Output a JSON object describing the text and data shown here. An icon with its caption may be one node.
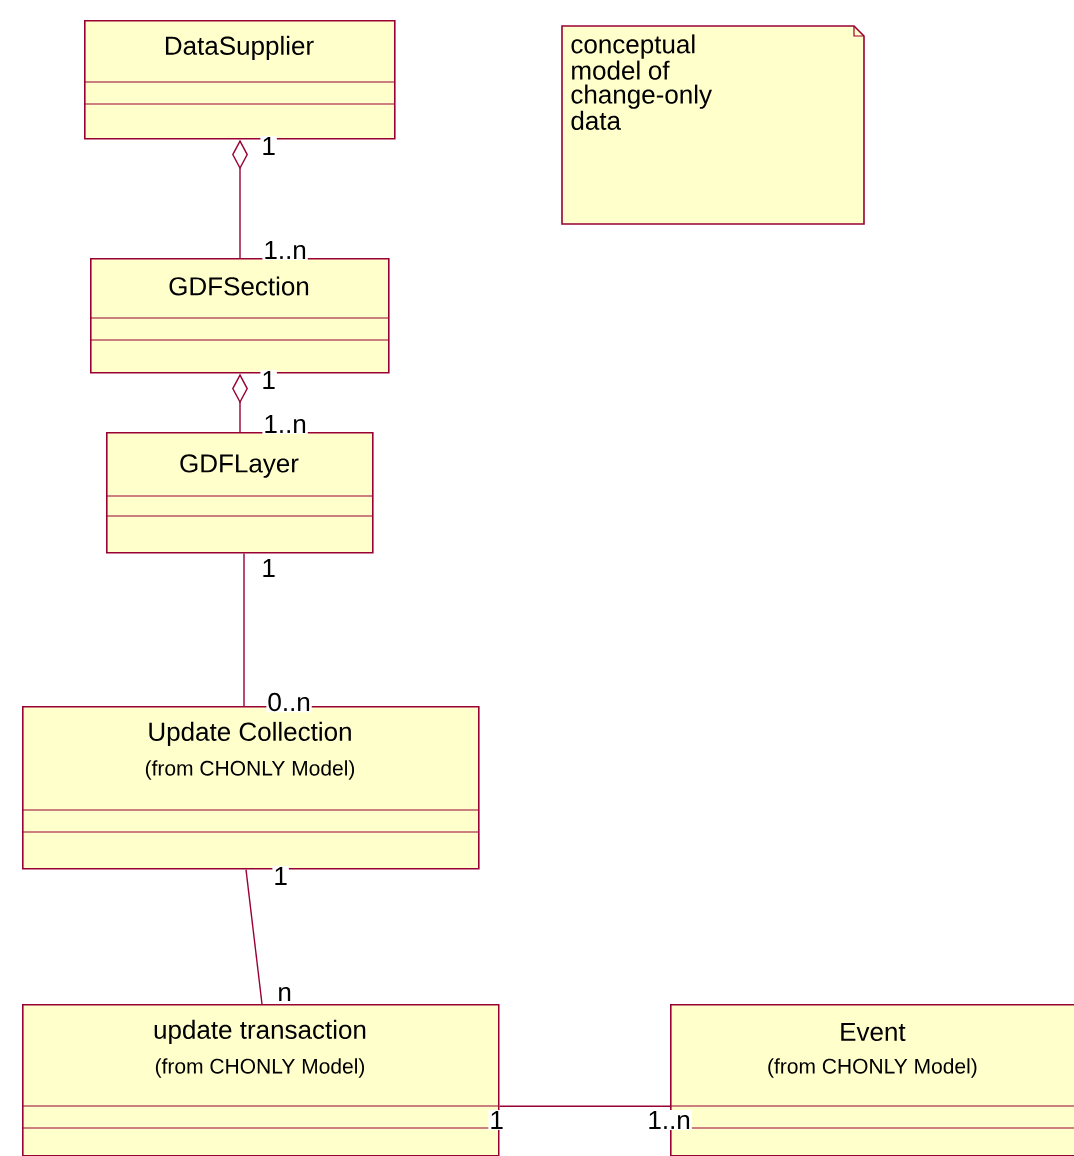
{
  "diagram": {
    "nodes": [
      {
        "text": [
          "DataSupplier"
        ]
      },
      {
        "text": [
          "GDFSection"
        ]
      },
      {
        "text": [
          "GDFLayer"
        ]
      },
      {
        "text": [
          "Update Collection",
          "(from CHONLY Model)"
        ]
      },
      {
        "text": [
          "update transaction",
          "(from CHONLY Model)"
        ]
      },
      {
        "text": [
          "Event",
          "(from CHONLY Model)"
        ]
      },
      {
        "text": [
          "conceptual model of change-only data"
        ]
      }
    ],
    "edges": [
      {
        "from": 0,
        "to": 1,
        "arrow": "other"
      },
      {
        "from": 1,
        "to": 2,
        "arrow": "other"
      },
      {
        "from": 2,
        "to": 3,
        "arrow": "none"
      },
      {
        "from": 3,
        "to": 4,
        "arrow": "none"
      },
      {
        "from": 4,
        "to": 5,
        "arrow": "none"
      }
    ],
    "labels": [
      "1",
      "1..n",
      "1",
      "1..n",
      "1",
      "0..n",
      "1",
      "n",
      "1",
      "1..n"
    ]
  }
}
